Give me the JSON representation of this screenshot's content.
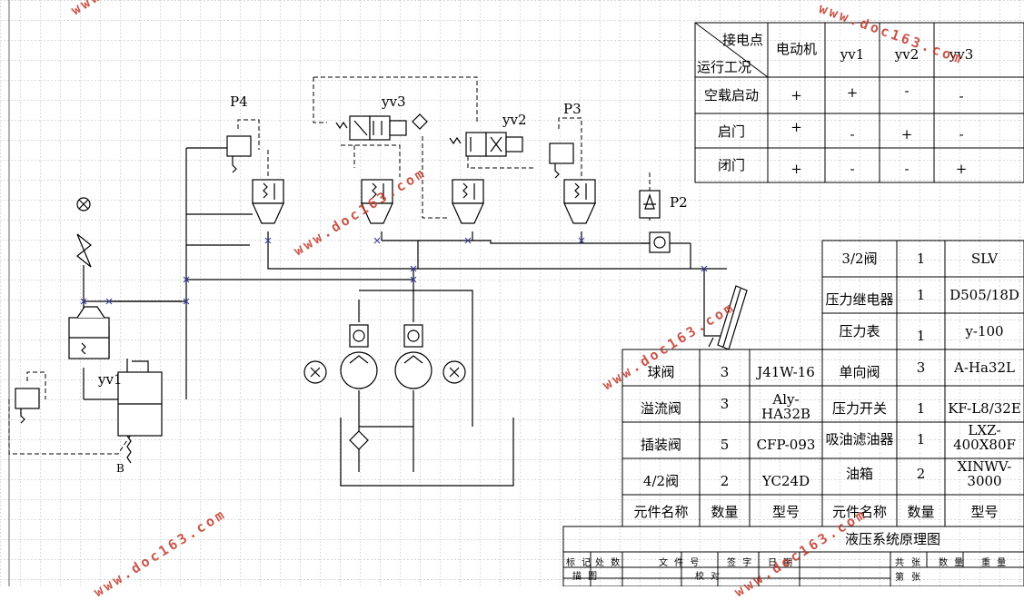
{
  "signal_labels": {
    "p4": "P4",
    "p3": "P3",
    "p2": "P2",
    "yv3": "yv3",
    "yv2": "yv2",
    "yv1": "yv1",
    "b": "B"
  },
  "operation_table": {
    "corner_top": "接电点",
    "corner_bottom": "运行工况",
    "columns": [
      "电动机",
      "yv1",
      "yv2",
      "yv3"
    ],
    "rows": [
      {
        "label": "空载启动",
        "values": [
          "+",
          "+",
          "-",
          "-"
        ]
      },
      {
        "label": "启门",
        "values": [
          "+",
          "-",
          "+",
          "-"
        ]
      },
      {
        "label": "闭门",
        "values": [
          "+",
          "-",
          "-",
          "+"
        ]
      }
    ]
  },
  "parts_table": {
    "right_top": [
      {
        "name": "3/2阀",
        "qty": "1",
        "model": "SLV"
      },
      {
        "name": "压力继电器",
        "qty": "1",
        "model": "D505/18D"
      },
      {
        "name": "压力表",
        "qty": "1",
        "model": "y-100"
      }
    ],
    "rows": [
      {
        "name1": "球阀",
        "qty1": "3",
        "model1": "J41W-16",
        "name2": "单向阀",
        "qty2": "3",
        "model2": "A-Ha32L"
      },
      {
        "name1": "溢流阀",
        "qty1": "3",
        "model1": "Aly-\nHA32B",
        "name2": "压力开关",
        "qty2": "1",
        "model2": "KF-L8/32E"
      },
      {
        "name1": "插装阀",
        "qty1": "5",
        "model1": "CFP-093",
        "name2": "吸油滤油器",
        "qty2": "1",
        "model2": "LXZ-\n400X80F"
      },
      {
        "name1": "4/2阀",
        "qty1": "2",
        "model1": "YC24D",
        "name2": "油箱",
        "qty2": "2",
        "model2": "XINWV-\n3000"
      }
    ],
    "header": {
      "name": "元件名称",
      "qty": "数量",
      "model": "型号"
    }
  },
  "title_block": {
    "title": "液压系统原理图",
    "row1": [
      "标 记",
      "处 数",
      "文 件 号",
      "签 字",
      "日 期"
    ],
    "row1_right": [
      "共",
      "张",
      "数 量",
      "重 量"
    ],
    "row2": [
      "描 图",
      "校 对"
    ],
    "row2_right": [
      "第",
      "张"
    ]
  },
  "watermark": "www.doc163.com"
}
